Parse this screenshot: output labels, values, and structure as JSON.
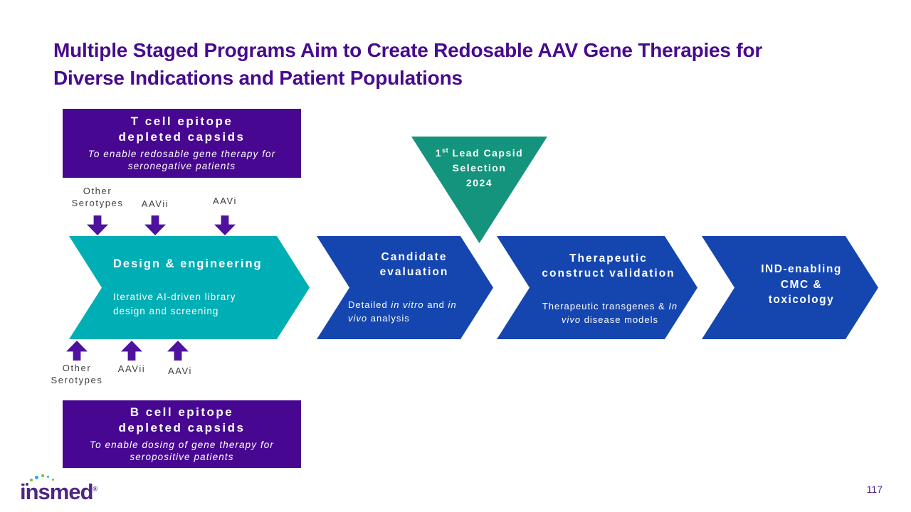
{
  "title": {
    "line1": "Multiple Staged Programs Aim to Create Redosable AAV Gene Therapies  for",
    "line2": "Diverse Indications and Patient Populations"
  },
  "boxes": {
    "t_cell": {
      "title_line1": "T cell epitope",
      "title_line2": "depleted capsids",
      "subtitle_line1": "To enable redosable gene therapy for",
      "subtitle_line2": "seronegative patients"
    },
    "b_cell": {
      "title_line1": "B cell epitope",
      "title_line2": "depleted capsids",
      "subtitle_line1": "To enable dosing of gene therapy for",
      "subtitle_line2": "seropositive patients"
    }
  },
  "serotypes": {
    "top": [
      {
        "label_line1": "Other",
        "label_line2": "Serotypes"
      },
      {
        "label_line1": "AAVii",
        "label_line2": ""
      },
      {
        "label_line1": "AAVi",
        "label_line2": ""
      }
    ],
    "bottom": [
      {
        "label_line1": "Other",
        "label_line2": "Serotypes"
      },
      {
        "label_line1": "AAVii",
        "label_line2": ""
      },
      {
        "label_line1": "AAVi",
        "label_line2": ""
      }
    ]
  },
  "milestone": {
    "line1_num": "1",
    "line1_sup": "st",
    "line1_rest": " Lead Capsid",
    "line2": "Selection",
    "line3": "2024"
  },
  "stages": [
    {
      "title": "Design & engineering",
      "subtitle_line1": "Iterative AI-driven library",
      "subtitle_line2": "design and screening"
    },
    {
      "title_line1": "Candidate",
      "title_line2": "evaluation",
      "sub_s1": "Detailed ",
      "sub_i1": "in vitro",
      "sub_s2": " and ",
      "sub_i2": "in vivo",
      "sub_s3": " analysis"
    },
    {
      "title_line1": "Therapeutic",
      "title_line2": "construct validation",
      "sub_s1": "Therapeutic transgenes & ",
      "sub_i1": "In vivo",
      "sub_s2": " disease models"
    },
    {
      "title_line1": "IND-enabling",
      "title_line2": "CMC &",
      "title_line3": "toxicology"
    }
  ],
  "footer": {
    "logo_text": "insmed",
    "logo_reg": "®",
    "page_number": "117"
  },
  "colors": {
    "title_text": "#470B8E",
    "purple_box": "#470791",
    "arrow_purple": "#4E129E",
    "teal_stage": "#00AEB5",
    "blue_stage": "#1546B0",
    "milestone_green": "#14947C",
    "logo_purple": "#4F2683",
    "label_gray": "#3F3F3F",
    "logo_dot_green": "#78BE43",
    "logo_dot_blue": "#29ABE2",
    "logo_dot_navy": "#2B3990"
  }
}
